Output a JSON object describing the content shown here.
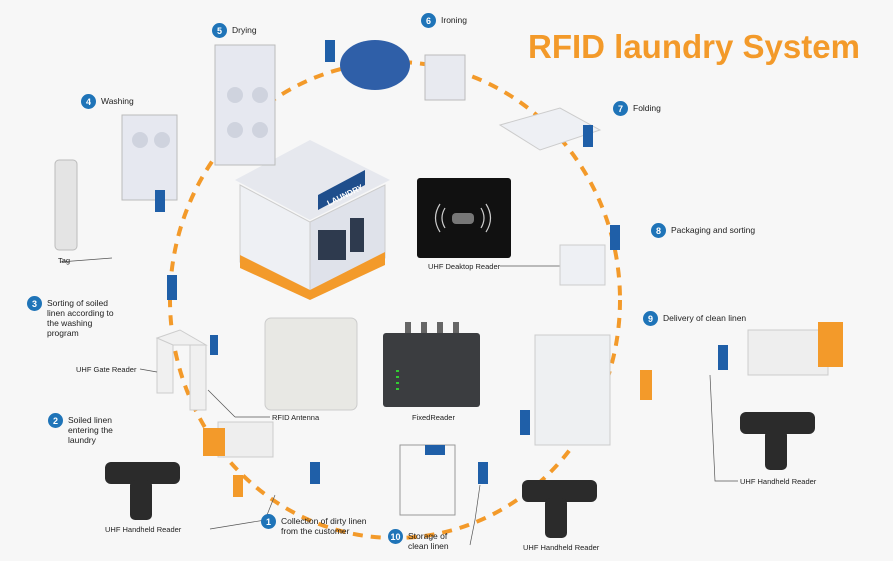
{
  "title": "RFID laundry System",
  "colors": {
    "accent": "#f39a2a",
    "step_badge": "#1f74b8",
    "path": "#f39a2a"
  },
  "steps": [
    {
      "number": "1",
      "label": "Collection of dirty linen\nfrom the customer"
    },
    {
      "number": "2",
      "label": "Soiled linen\nentering the\nlaundry"
    },
    {
      "number": "3",
      "label": "Sorting of soiled\nlinen according to\nthe washing\nprogram"
    },
    {
      "number": "4",
      "label": "Washing"
    },
    {
      "number": "5",
      "label": "Drying"
    },
    {
      "number": "6",
      "label": "Ironing"
    },
    {
      "number": "7",
      "label": "Folding"
    },
    {
      "number": "8",
      "label": "Packaging and sorting"
    },
    {
      "number": "9",
      "label": "Delivery of clean linen"
    },
    {
      "number": "10",
      "label": "Storage of\nclean linen"
    }
  ],
  "devices": {
    "tag": "Tag",
    "desktop_reader": "UHF Deaktop Reader",
    "gate_reader": "UHF Gate Reader",
    "antenna": "RFID Antenna",
    "fixed_reader": "FixedReader",
    "handheld_1": "UHF Handheld Reader",
    "handheld_2": "UHF Handheld Reader",
    "handheld_3": "UHF Handheld Reader"
  },
  "building_sign": "LAUNDRY"
}
